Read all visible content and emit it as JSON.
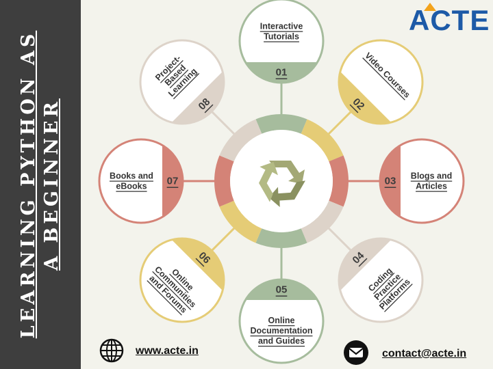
{
  "sidebar": {
    "title_line1": "LEARNING PYTHON AS",
    "title_line2": "A BEGINNER"
  },
  "logo": {
    "text": "ACTE"
  },
  "colors": {
    "green": "#a6bc9d",
    "yellow": "#e5cc76",
    "red": "#d48377",
    "beige": "#ddd3c9",
    "sidebar": "#3e3e3e",
    "logo": "#1d5aa7"
  },
  "items": [
    {
      "num": "01",
      "lines": [
        "Interactive",
        "Tutorials"
      ]
    },
    {
      "num": "02",
      "lines": [
        "Video Courses"
      ]
    },
    {
      "num": "03",
      "lines": [
        "Blogs and",
        "Articles"
      ]
    },
    {
      "num": "04",
      "lines": [
        "Coding",
        "Practice",
        "Platforms"
      ]
    },
    {
      "num": "05",
      "lines": [
        "Online",
        "Documentation",
        "and Guides"
      ]
    },
    {
      "num": "06",
      "lines": [
        "Online",
        "Communities",
        "and Forums"
      ]
    },
    {
      "num": "07",
      "lines": [
        "Books and",
        "eBooks"
      ]
    },
    {
      "num": "08",
      "lines": [
        "Project-",
        "Based",
        "Learning"
      ]
    }
  ],
  "center_icon": "recycle-icon",
  "footer": {
    "website": "www.acte.in",
    "email": "contact@acte.in",
    "website_icon": "globe-icon",
    "email_icon": "mail-icon"
  }
}
